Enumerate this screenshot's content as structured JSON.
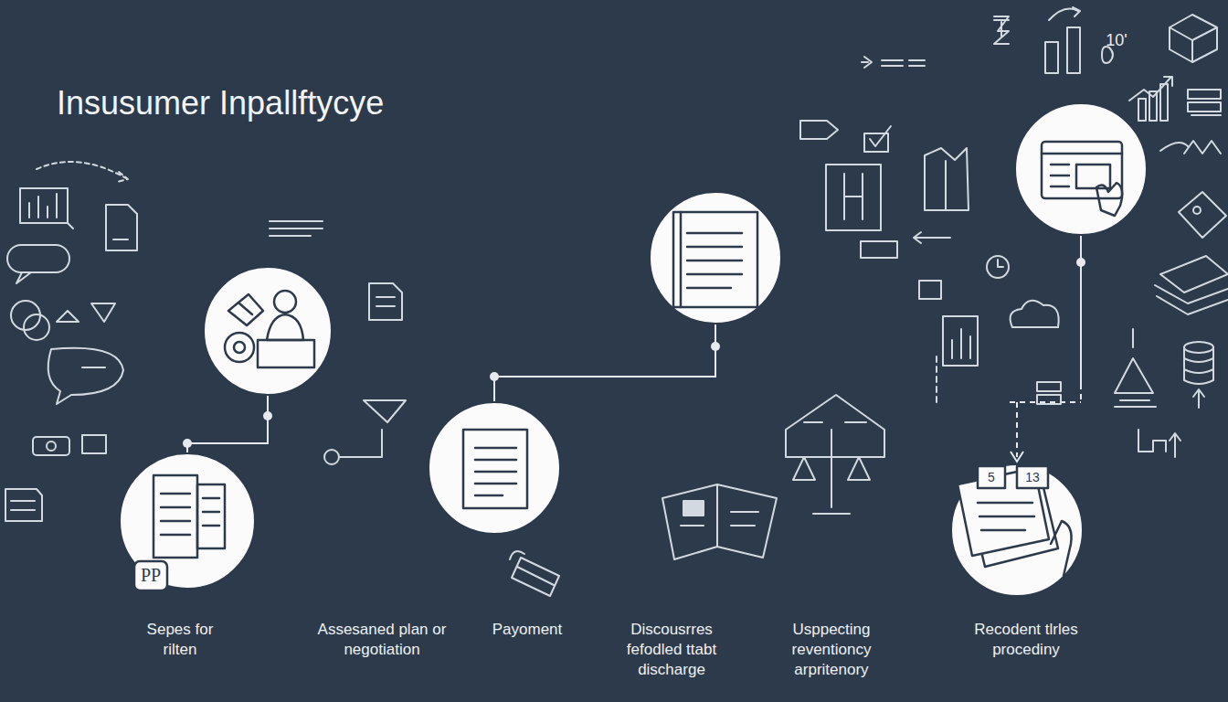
{
  "diagram": {
    "title": "Insusumer Inpallftycye",
    "labels": [
      "PP",
      "5",
      "13",
      "10'",
      "Sepes for rilten",
      "Assesaned plan or negotiation",
      "Payoment",
      "Discousrres fefodled ttabt discharge",
      "Usppecting reventioncy arpritenory",
      "Recodent tlrles procediny"
    ]
  }
}
